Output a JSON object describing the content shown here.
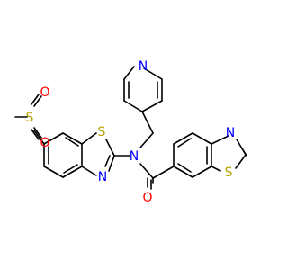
{
  "structure": {
    "atoms": {
      "n_pyridine": {
        "symbol": "N",
        "color": "#0000ff"
      },
      "n_amide": {
        "symbol": "N",
        "color": "#0000ff"
      },
      "n_btz_left": {
        "symbol": "N",
        "color": "#0000ff"
      },
      "n_btz_right": {
        "symbol": "N",
        "color": "#0000ff"
      },
      "s_btz_left": {
        "symbol": "S",
        "color": "#b8a000"
      },
      "s_btz_right": {
        "symbol": "S",
        "color": "#b8a000"
      },
      "s_sulfonyl": {
        "symbol": "S",
        "color": "#b8a000"
      },
      "o_sulfonyl_top": {
        "symbol": "O",
        "color": "#ff0000"
      },
      "o_sulfonyl_bottom": {
        "symbol": "O",
        "color": "#ff0000"
      },
      "o_carbonyl": {
        "symbol": "O",
        "color": "#ff0000"
      }
    },
    "bond_color": "#000000"
  }
}
